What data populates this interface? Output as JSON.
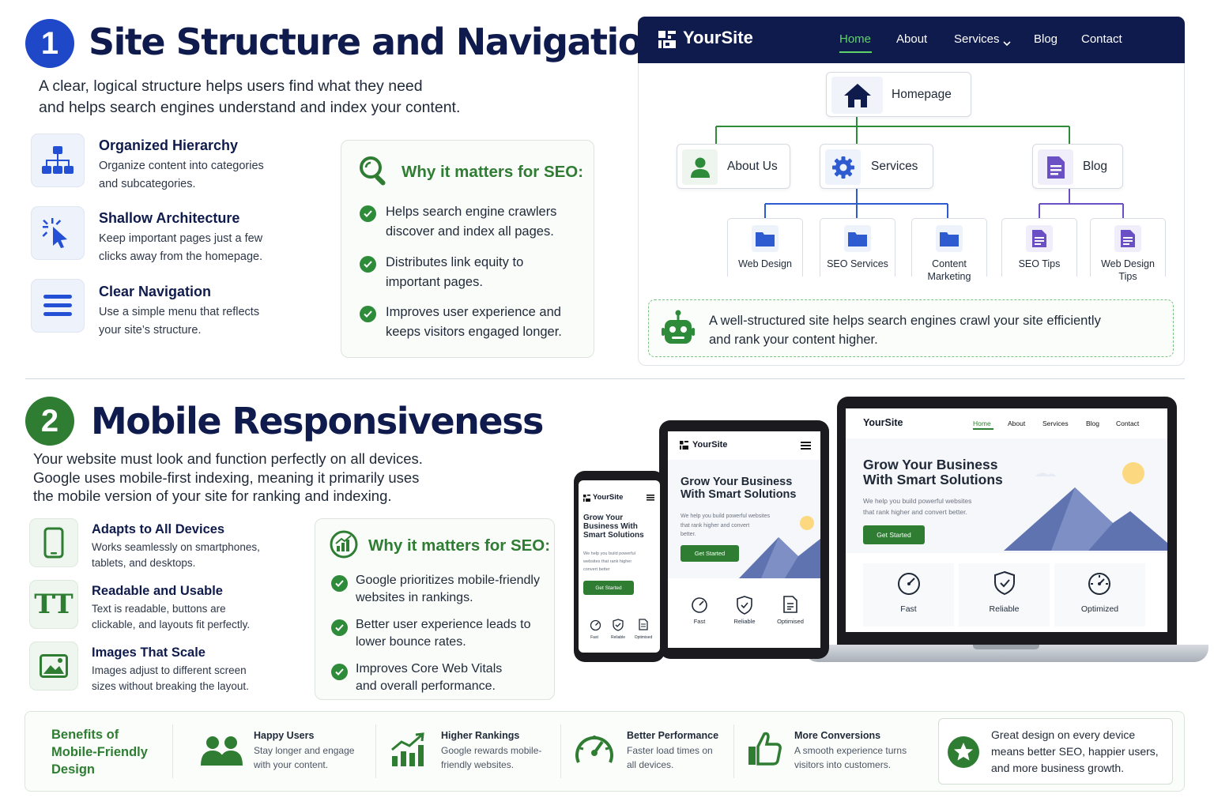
{
  "section1": {
    "number": "1",
    "title": "Site Structure and Navigation",
    "intro_line1": "A clear, logical structure helps users find what they need",
    "intro_line2": "and helps search engines understand and index your content.",
    "features": [
      {
        "title": "Organized Hierarchy",
        "desc1": "Organize content into categories",
        "desc2": "and subcategories."
      },
      {
        "title": "Shallow Architecture",
        "desc1": "Keep important pages just a few",
        "desc2": "clicks away from the homepage."
      },
      {
        "title": "Clear Navigation",
        "desc1": "Use a simple menu that reflects",
        "desc2": "your site’s structure."
      }
    ],
    "why": {
      "title": "Why it matters for SEO:",
      "items": [
        {
          "line1": "Helps search engine crawlers",
          "line2": "discover and index all pages."
        },
        {
          "line1": "Distributes link equity to",
          "line2": "important pages."
        },
        {
          "line1": "Improves user experience and",
          "line2": "keeps visitors engaged longer."
        }
      ]
    },
    "site": {
      "brand": "YourSite",
      "nav": [
        "Home",
        "About",
        "Services",
        "Blog",
        "Contact"
      ],
      "homepage": "Homepage",
      "level1": [
        "About Us",
        "Services",
        "Blog"
      ],
      "services_children": [
        "Web Design",
        "SEO Services",
        "Content",
        "Marketing"
      ],
      "blog_children": [
        "SEO Tips",
        "Web Design",
        "Tips"
      ],
      "note_line1": "A well-structured site helps search engines crawl your site efficiently",
      "note_line2": "and rank your content higher."
    }
  },
  "section2": {
    "number": "2",
    "title": "Mobile Responsiveness",
    "intro_line1": "Your website must look and function perfectly on all devices.",
    "intro_line2": "Google uses mobile-first indexing, meaning it primarily uses",
    "intro_line3": "the mobile version of your site for ranking and indexing.",
    "features": [
      {
        "title": "Adapts to All Devices",
        "desc1": "Works seamlessly on smartphones,",
        "desc2": "tablets, and desktops."
      },
      {
        "title": "Readable and Usable",
        "desc1": "Text is readable, buttons are",
        "desc2": "clickable, and layouts fit perfectly."
      },
      {
        "title": "Images That Scale",
        "desc1": "Images adjust to different screen",
        "desc2": "sizes without breaking the layout."
      }
    ],
    "feature_icon_text": "TT",
    "why": {
      "title": "Why it matters for SEO:",
      "items": [
        {
          "line1": "Google prioritizes mobile-friendly",
          "line2": "websites in rankings."
        },
        {
          "line1": "Better user experience leads to",
          "line2": "lower bounce rates."
        },
        {
          "line1": "Improves Core Web Vitals",
          "line2": "and overall performance."
        }
      ]
    },
    "mockup": {
      "brand": "YourSite",
      "nav": [
        "Home",
        "About",
        "Services",
        "Blog",
        "Contact"
      ],
      "headline_line1": "Grow Your Business",
      "headline_line2": "With Smart Solutions",
      "phone_headline_line1": "Grow Your",
      "phone_headline_line2": "Business With",
      "phone_headline_line3": "Smart Solutions",
      "sub_line1": "We help you build powerful websites",
      "sub_line2": "that rank higher and convert better.",
      "tablet_sub_line1": "We help you build powerful websites",
      "tablet_sub_line2": "that rank higher and convert",
      "tablet_sub_line3": "better.",
      "phone_sub_line1": "We help you build powerful",
      "phone_sub_line2": "websites that rank higher",
      "phone_sub_line3": "convert better",
      "cta": "Get Started",
      "features": [
        "Fast",
        "Reliable",
        "Optimized"
      ],
      "features_small": [
        "Fast",
        "Reliable",
        "Optimised"
      ]
    }
  },
  "benefits": {
    "heading_line1": "Benefits of",
    "heading_line2": "Mobile-Friendly",
    "heading_line3": "Design",
    "items": [
      {
        "title": "Happy Users",
        "desc1": "Stay longer and engage",
        "desc2": "with your content."
      },
      {
        "title": "Higher Rankings",
        "desc1": "Google rewards mobile-",
        "desc2": "friendly websites."
      },
      {
        "title": "Better Performance",
        "desc1": "Faster load times on",
        "desc2": "all devices."
      },
      {
        "title": "More Conversions",
        "desc1": "A smooth experience turns",
        "desc2": "visitors into customers."
      }
    ],
    "callout_line1": "Great design on every device",
    "callout_line2": "means better SEO, happier users,",
    "callout_line3": "and more business growth."
  },
  "colors": {
    "navy": "#0f1b4c",
    "blue": "#1f48c8",
    "green": "#2e7d32",
    "purple": "#6b4fc4"
  }
}
